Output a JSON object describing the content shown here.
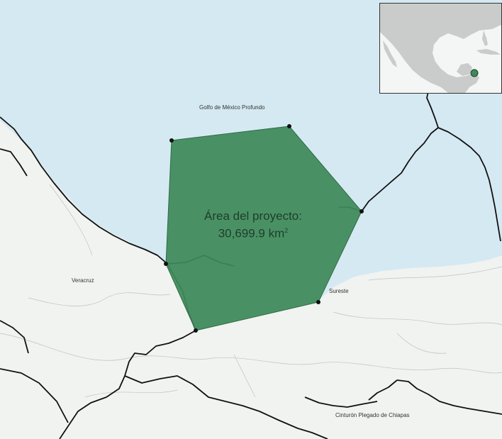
{
  "map": {
    "labels": {
      "gulf": "Golfo de México Profundo",
      "veracruz": "Veracruz",
      "sureste": "Sureste",
      "chiapas": "Cinturón Plegado de Chiapas"
    },
    "project_area": {
      "label": "Área del proyecto:",
      "value": "30,699.9 km",
      "unit_superscript": "2",
      "fill_color": "#3e8a5a"
    },
    "colors": {
      "water": "#d5e9f2",
      "land": "#f1f3f0",
      "boundary": "#111111",
      "vertex": "#111111"
    }
  }
}
